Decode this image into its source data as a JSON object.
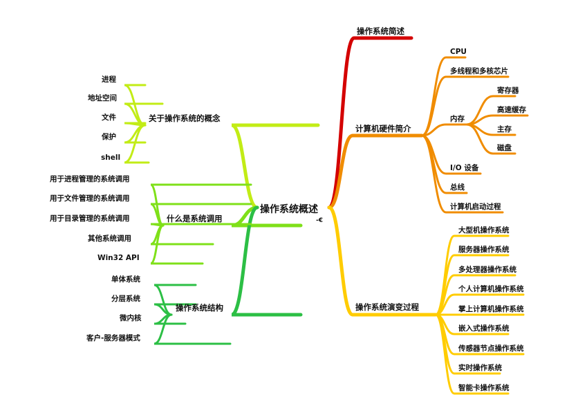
{
  "map": {
    "root": "操作系统概述",
    "root_suffix": "-€",
    "right": [
      {
        "label": "操作系统简述",
        "color": "#d40000",
        "children": []
      },
      {
        "label": "计算机硬件简介",
        "color": "#f08c00",
        "children": [
          {
            "label": "CPU"
          },
          {
            "label": "多线程和多核芯片"
          },
          {
            "label": "内存",
            "children": [
              "寄存器",
              "高速缓存",
              "主存",
              "磁盘"
            ]
          },
          {
            "label": "I/O 设备"
          },
          {
            "label": "总线"
          },
          {
            "label": "计算机启动过程"
          }
        ]
      },
      {
        "label": "操作系统演变过程",
        "color": "#ffcc00",
        "children": [
          {
            "label": "大型机操作系统"
          },
          {
            "label": "服务器操作系统"
          },
          {
            "label": "多处理器操作系统"
          },
          {
            "label": "个人计算机操作系统"
          },
          {
            "label": "掌上计算机操作系统"
          },
          {
            "label": "嵌入式操作系统"
          },
          {
            "label": "传感器节点操作系统"
          },
          {
            "label": "实时操作系统"
          },
          {
            "label": "智能卡操作系统"
          }
        ]
      }
    ],
    "left": [
      {
        "label": "关于操作系统的概念",
        "color": "#c2ec16",
        "children": [
          "进程",
          "地址空间",
          "文件",
          "保护",
          "shell"
        ]
      },
      {
        "label": "什么是系统调用",
        "color": "#7fe019",
        "children": [
          "用于进程管理的系统调用",
          "用于文件管理的系统调用",
          "用于目录管理的系统调用",
          "其他系统调用",
          "Win32 API"
        ]
      },
      {
        "label": "操作系统结构",
        "color": "#2cbf45",
        "children": [
          "单体系统",
          "分层系统",
          "微内核",
          "客户-服务器模式"
        ]
      }
    ]
  }
}
